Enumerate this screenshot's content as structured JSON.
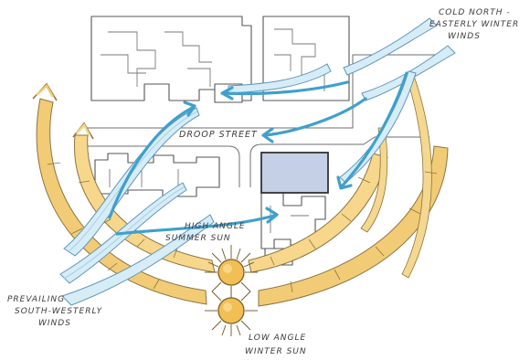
{
  "labels": {
    "droop_street": "DROOP STREET",
    "cold_winds_1": "COLD NORTH -",
    "cold_winds_2": "EASTERLY WINTER",
    "cold_winds_3": "WINDS",
    "high_sun_1": "HIGH ANGLE",
    "high_sun_2": "SUMMER SUN",
    "prevailing_1": "PREVAILING",
    "prevailing_2": "SOUTH-WESTERLY",
    "prevailing_3": "WINDS",
    "low_sun_1": "LOW ANGLE",
    "low_sun_2": "WINTER SUN"
  },
  "colors": {
    "wind_fill": "#d6ecf7",
    "wind_arrow": "#3fa0cd",
    "sun_band": "#f2cb76",
    "sun": "#f2bf55",
    "site": "#c5d0e6"
  }
}
